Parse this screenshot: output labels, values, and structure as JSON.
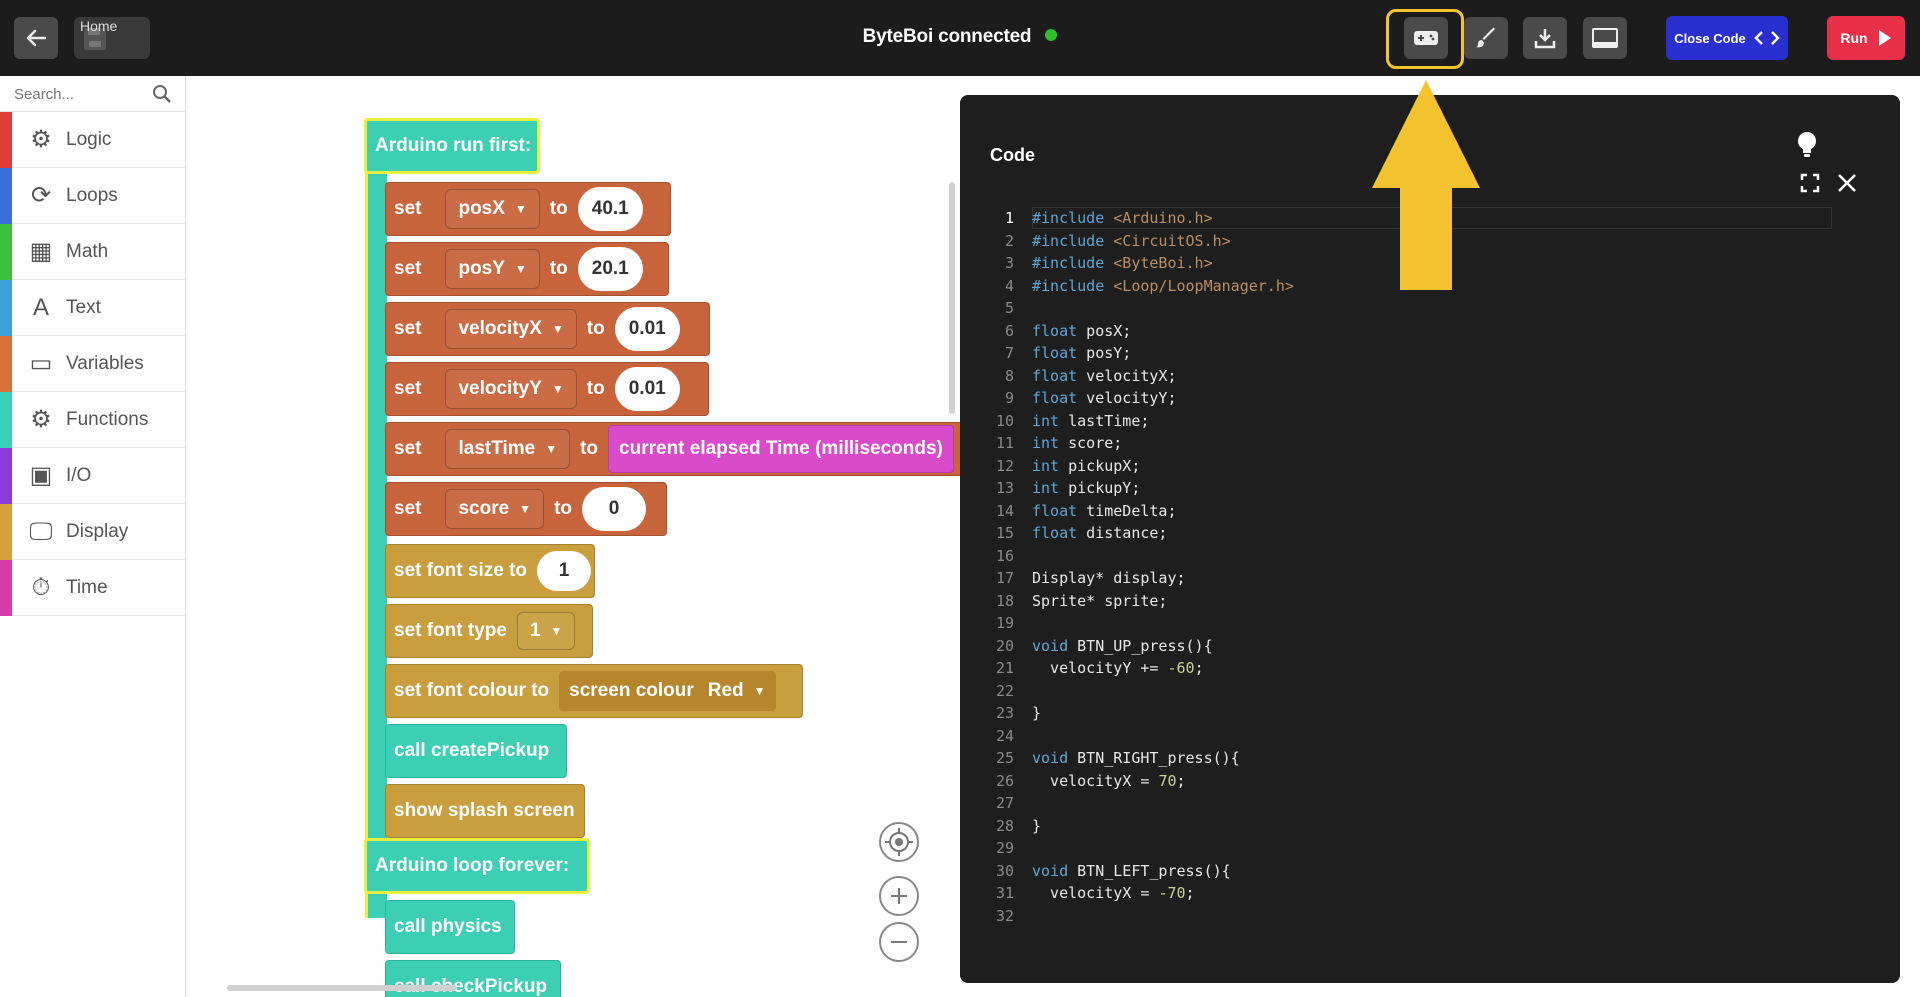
{
  "topbar": {
    "home_tooltip": "Home",
    "title": "ByteBoi connected",
    "close_code_label": "Close Code",
    "run_label": "Run"
  },
  "sidebar": {
    "search_placeholder": "Search...",
    "categories": [
      {
        "label": "Logic",
        "color": "#e03c3c",
        "icon": "gears-icon"
      },
      {
        "label": "Loops",
        "color": "#3a6fd8",
        "icon": "loop-arrows-icon"
      },
      {
        "label": "Math",
        "color": "#3cbf3c",
        "icon": "calculator-icon"
      },
      {
        "label": "Text",
        "color": "#3ca0d8",
        "icon": "text-a-icon"
      },
      {
        "label": "Variables",
        "color": "#d8703c",
        "icon": "inbox-icon"
      },
      {
        "label": "Functions",
        "color": "#3cd0b8",
        "icon": "gear-icon"
      },
      {
        "label": "I/O",
        "color": "#8a3cd8",
        "icon": "image-icon"
      },
      {
        "label": "Display",
        "color": "#d8a03c",
        "icon": "monitor-icon"
      },
      {
        "label": "Time",
        "color": "#d83ca8",
        "icon": "stopwatch-icon"
      }
    ]
  },
  "blocks": {
    "run_first": "Arduino run first:",
    "set_kw": "set",
    "to_kw": "to",
    "setters": [
      {
        "var": "posX",
        "value": "40.1"
      },
      {
        "var": "posY",
        "value": "20.1"
      },
      {
        "var": "velocityX",
        "value": "0.01"
      },
      {
        "var": "velocityY",
        "value": "0.01"
      },
      {
        "var": "lastTime",
        "value": "current elapsed Time (milliseconds)"
      },
      {
        "var": "score",
        "value": "0"
      }
    ],
    "font_size_label": "set font size to",
    "font_size_value": "1",
    "font_type_label": "set font type",
    "font_type_value": "1",
    "font_colour_label": "set font colour to",
    "screen_colour_label": "screen colour",
    "screen_colour_value": "Red",
    "call_create_pickup": "call  createPickup",
    "show_splash": "show splash screen",
    "loop_forever": "Arduino loop forever:",
    "call_physics": "call  physics",
    "call_check_pickup": "call  checkPickup"
  },
  "code_panel": {
    "title": "Code",
    "lines": [
      "#include <Arduino.h>",
      "#include <CircuitOS.h>",
      "#include <ByteBoi.h>",
      "#include <Loop/LoopManager.h>",
      "",
      "float posX;",
      "float posY;",
      "float velocityX;",
      "float velocityY;",
      "int lastTime;",
      "int score;",
      "int pickupX;",
      "int pickupY;",
      "float timeDelta;",
      "float distance;",
      "",
      "Display* display;",
      "Sprite* sprite;",
      "",
      "void BTN_UP_press(){",
      "  velocityY += -60;",
      "",
      "}",
      "",
      "void BTN_RIGHT_press(){",
      "  velocityX = 70;",
      "",
      "}",
      "",
      "void BTN_LEFT_press(){",
      "  velocityX = -70;",
      ""
    ]
  },
  "colors": {
    "accent_yellow": "#f4c430",
    "close_code_blue": "#2a2fd0",
    "run_red": "#e8304a",
    "connected_green": "#2fbf2f"
  }
}
